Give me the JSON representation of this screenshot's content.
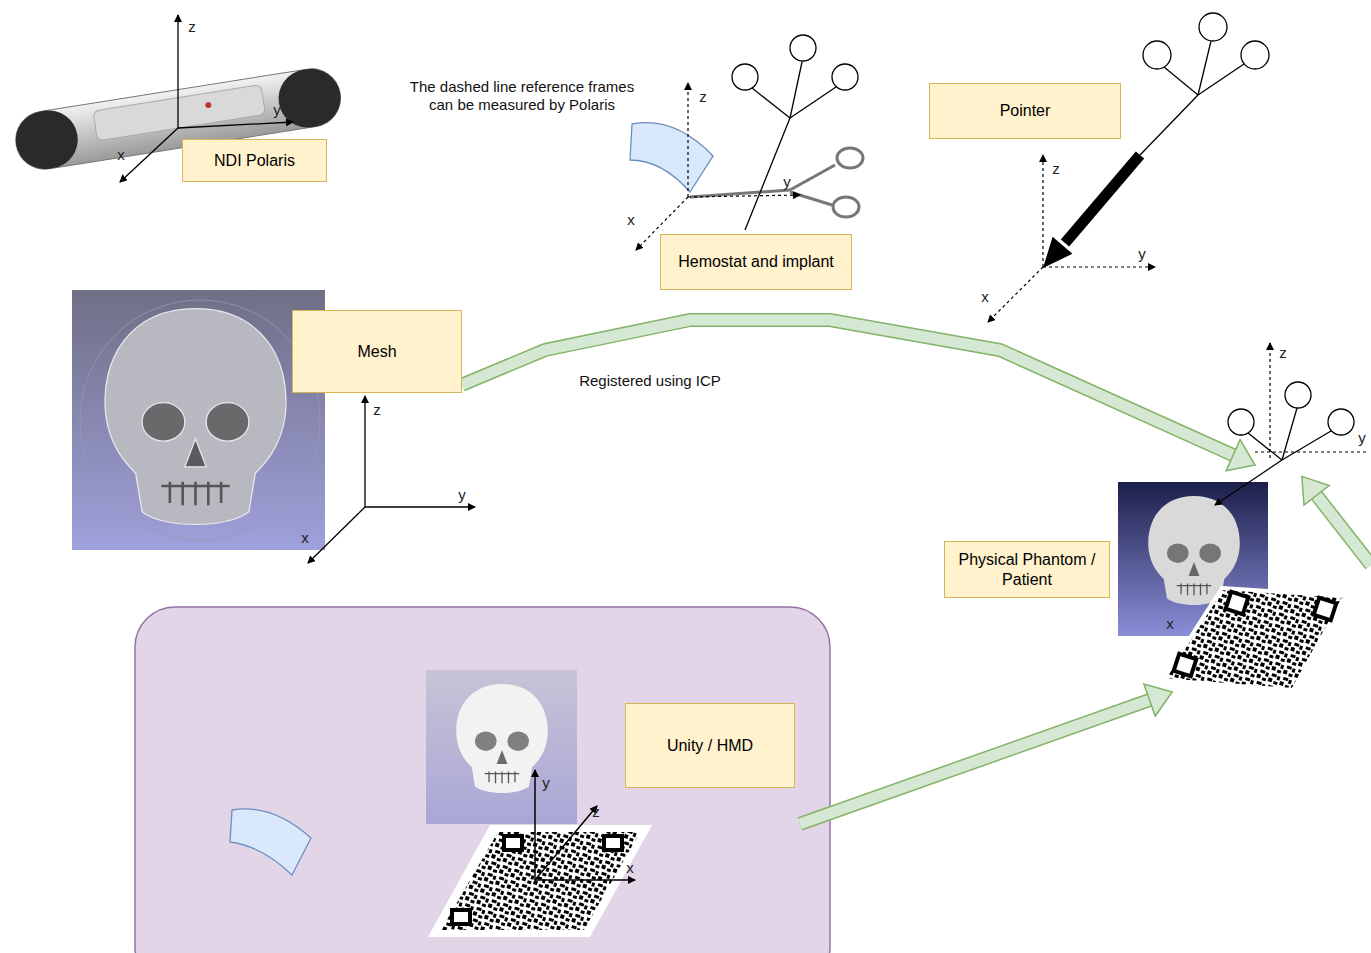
{
  "diagram": {
    "nodes": [
      {
        "text": [
          "NDI Polaris"
        ]
      },
      {
        "text": [
          "Hemostat and implant"
        ]
      },
      {
        "text": [
          "Pointer"
        ]
      },
      {
        "text": [
          "Mesh"
        ]
      },
      {
        "text": [
          "Physical Phantom / Patient"
        ]
      },
      {
        "text": [
          "Unity / HMD"
        ]
      }
    ],
    "edges": [
      {
        "from": 3,
        "to": 4,
        "label": "Registered using ICP",
        "arrow": "to"
      },
      {
        "from": 5,
        "to": 4,
        "arrow": "to"
      }
    ],
    "labels": [
      "z",
      "y",
      "x",
      "The dashed line reference frames can be measured by Polaris",
      "z",
      "y",
      "x",
      "z",
      "y",
      "x",
      "z",
      "y",
      "z",
      "y",
      "x",
      "x",
      "y",
      "z",
      "x"
    ]
  }
}
